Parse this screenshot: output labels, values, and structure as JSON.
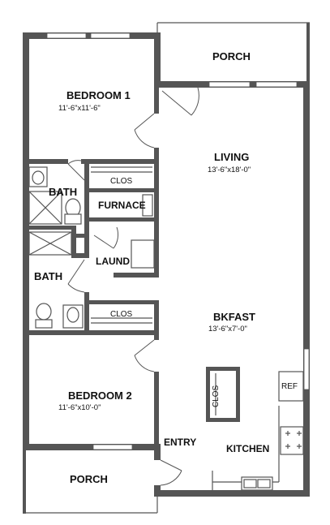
{
  "plan": {
    "rooms": {
      "porch_top": "PORCH",
      "bedroom1": "BEDROOM 1",
      "bedroom1_dim": "11'-6\"x11'-6\"",
      "living": "LIVING",
      "living_dim": "13'-6\"x18'-0\"",
      "bath1": "BATH",
      "clos1": "CLOS",
      "furnace": "FURNACE",
      "laund": "LAUND",
      "bath2": "BATH",
      "clos2": "CLOS",
      "bkfast": "BKFAST",
      "bkfast_dim": "13'-6\"x7'-0\"",
      "clos3": "CLOS",
      "ref": "REF",
      "bedroom2": "BEDROOM 2",
      "bedroom2_dim": "11'-6\"x10'-0\"",
      "entry": "ENTRY",
      "kitchen": "KITCHEN",
      "porch_bottom": "PORCH"
    }
  }
}
